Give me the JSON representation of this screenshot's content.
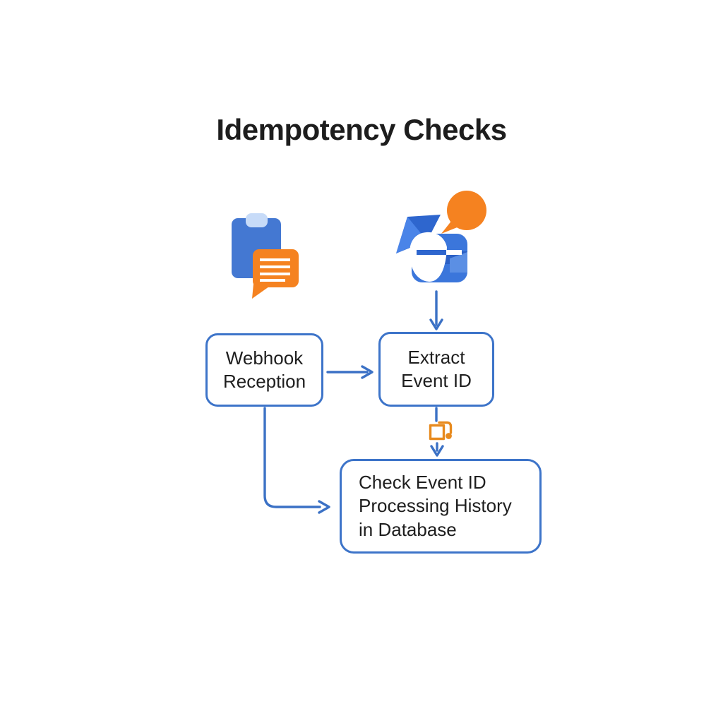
{
  "title": "Idempotency Checks",
  "colors": {
    "connector_blue": "#3B71C5",
    "node_border_blue": "#3D74C9",
    "text_dark": "#1E1E1E",
    "chat_bubble_orange": "#F58220",
    "loop_icon_orange": "#E78A1E",
    "clipboard_blue": "#4478D2",
    "clipboard_clip_light_blue": "#C7DBF8",
    "abstract_shape_blue": "#3B76DB",
    "abstract_shape_dark_blue": "#2B60C5",
    "background": "#FFFFFF"
  },
  "icons": {
    "clipboard_message": "blue clipboard with orange chat bubble containing text lines",
    "abstract_chat_shape": "abstract blue folded shape with white droplet and orange chat bubble",
    "loop_note": "small orange outlined square with hooked loop and dot"
  },
  "nodes": {
    "webhook": {
      "label": "Webhook\nReception"
    },
    "extract": {
      "label": "Extract\nEvent ID"
    },
    "check": {
      "label": "Check Event ID\nProcessing History\nin Database"
    }
  },
  "edges": [
    {
      "from": "abstract-chat-shape-icon",
      "to": "extract",
      "style": "arrow-down"
    },
    {
      "from": "webhook",
      "to": "extract",
      "style": "arrow-right"
    },
    {
      "from": "extract",
      "to": "check",
      "style": "arrow-down-through-loop-icon"
    },
    {
      "from": "webhook",
      "to": "check",
      "style": "elbow-arrow-down-then-right"
    }
  ]
}
